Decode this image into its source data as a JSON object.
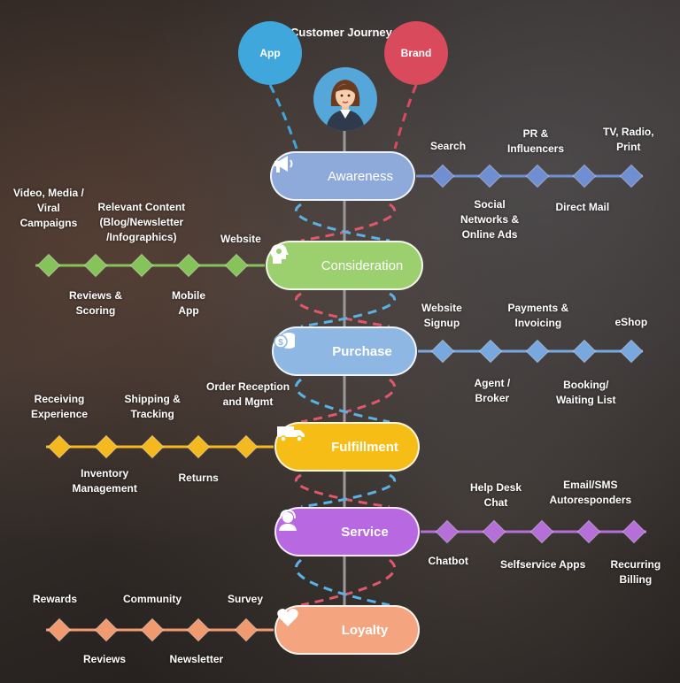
{
  "title": "Customer Journey",
  "top_circles": [
    {
      "label": "App",
      "color": "#3fa7dc"
    },
    {
      "label": "Brand",
      "color": "#d94b5c"
    }
  ],
  "stages": [
    {
      "name": "Awareness",
      "color": "#8eaadb",
      "line": "#6f8fd2",
      "icon": "megaphone-icon",
      "top_labels": [
        "Search",
        "PR &\nInfluencers",
        "TV, Radio,\nPrint"
      ],
      "bottom_labels": [
        "Social\nNetworks &\nOnline Ads",
        "Direct Mail"
      ]
    },
    {
      "name": "Consideration",
      "color": "#9ccf6e",
      "line": "#86c35a",
      "icon": "head-icon",
      "top_labels": [
        "Video, Media /\nViral\nCampaigns",
        "Relevant Content\n(Blog/Newsletter\n/Infographics)",
        "Website"
      ],
      "bottom_labels": [
        "Reviews &\nScoring",
        "Mobile\nApp"
      ]
    },
    {
      "name": "Purchase",
      "color": "#8fb7e4",
      "line": "#79a8df",
      "icon": "coins-icon",
      "top_labels": [
        "Website\nSignup",
        "Payments &\nInvoicing",
        "eShop"
      ],
      "bottom_labels": [
        "Agent /\nBroker",
        "Booking/\nWaiting List"
      ]
    },
    {
      "name": "Fulfillment",
      "color": "#f6bd16",
      "line": "#f3b91e",
      "icon": "truck-icon",
      "top_labels": [
        "Receiving\nExperience",
        "Shipping &\nTracking",
        "Order Reception\nand Mgmt"
      ],
      "bottom_labels": [
        "Inventory\nManagement",
        "Returns"
      ]
    },
    {
      "name": "Service",
      "color": "#b868e0",
      "line": "#b56fd8",
      "icon": "support-agent-icon",
      "top_labels": [
        "Help Desk\nChat",
        "Email/SMS\nAutoresponders"
      ],
      "bottom_labels": [
        "Chatbot",
        "Selfservice Apps",
        "Recurring\nBilling"
      ]
    },
    {
      "name": "Loyalty",
      "color": "#f4a57f",
      "line": "#f09a70",
      "icon": "heart-icon",
      "top_labels": [
        "Rewards",
        "Community",
        "Survey"
      ],
      "bottom_labels": [
        "Reviews",
        "Newsletter"
      ]
    }
  ],
  "avatar": "woman-avatar-icon"
}
